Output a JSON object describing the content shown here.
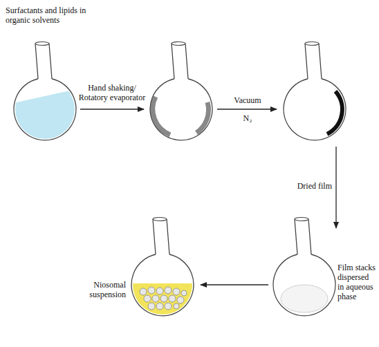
{
  "diagram": {
    "labels": [
      "Surfactants and lipids in organic solvents",
      "Hand shaking/ Rotatory evaporator",
      "Vacuum",
      "N₂",
      "Dried film",
      "Film stacks dispersed in aqueous phase",
      "Niosomal suspension"
    ]
  }
}
